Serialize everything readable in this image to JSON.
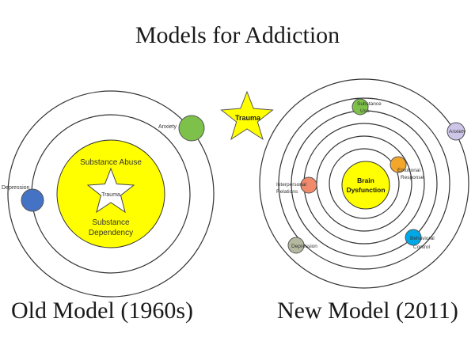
{
  "title": "Models for Addiction",
  "old_model": {
    "caption": "Old Model (1960s)",
    "center_top": "Substance Abuse",
    "center_star": "Trauma",
    "center_bottom_1": "Substance",
    "center_bottom_2": "Dependency",
    "anxiety": "Anxiety",
    "depression": "Depression"
  },
  "trauma_star": "Trauma",
  "new_model": {
    "caption": "New Model (2011)",
    "center_1": "Brain",
    "center_2": "Dysfunction",
    "substance_1": "Substance",
    "substance_2": "Use",
    "anxiety": "Anxiety",
    "emotional_1": "Emotional",
    "emotional_2": "Response",
    "interpersonal_1": "Interpersonal",
    "interpersonal_2": "Relations",
    "behavioral_1": "Behavioral",
    "behavioral_2": "Control",
    "depression": "Depression"
  },
  "colors": {
    "yellow": "#ffff00",
    "green": "#7dc04a",
    "blue": "#4472c4",
    "orange": "#f2a62a",
    "salmon": "#f08a6a",
    "cyan": "#00a8e8",
    "lavender": "#cdc6e8",
    "olive": "#b5b9a0"
  }
}
